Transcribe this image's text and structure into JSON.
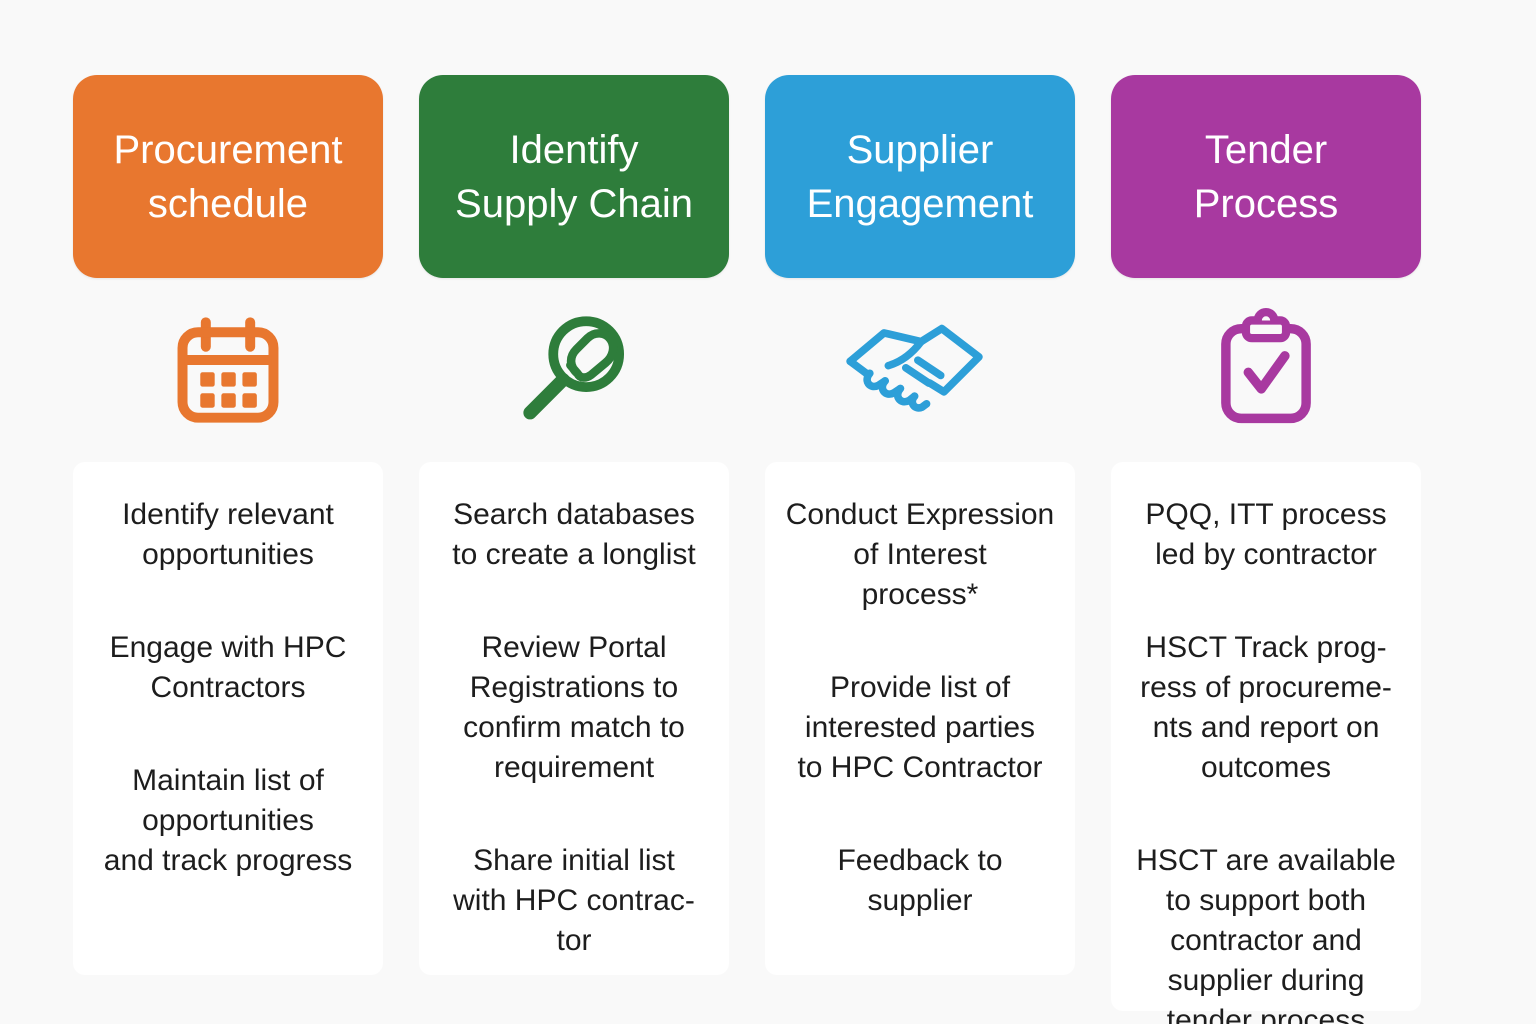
{
  "columns": [
    {
      "title": "Procurement\nschedule",
      "color": "#E8772F",
      "icon": "calendar-icon",
      "items": [
        "Identify relevant\nopportunities",
        "Engage with HPC\nContractors",
        "Maintain list of\nopportunities\nand track progress"
      ]
    },
    {
      "title": "Identify\nSupply Chain",
      "color": "#2E7D3B",
      "icon": "magnifier-icon",
      "items": [
        "Search databases\nto create a longlist",
        "Review Portal\nRegistrations to\nconfirm match to\nrequirement",
        "Share initial list\nwith HPC contrac-\ntor"
      ]
    },
    {
      "title": "Supplier\nEngagement",
      "color": "#2D9FD8",
      "icon": "handshake-icon",
      "items": [
        "Conduct Expression\nof Interest\nprocess*",
        "Provide list of\ninterested parties\nto HPC Contractor",
        "Feedback to\nsupplier"
      ]
    },
    {
      "title": "Tender\nProcess",
      "color": "#A839A0",
      "icon": "clipboard-check-icon",
      "items": [
        "PQQ, ITT process\nled by contractor",
        "HSCT Track prog-\nress of procureme-\nnts and report on\noutcomes",
        "HSCT are available\nto support both\ncontractor and\nsupplier during\ntender process"
      ]
    }
  ]
}
